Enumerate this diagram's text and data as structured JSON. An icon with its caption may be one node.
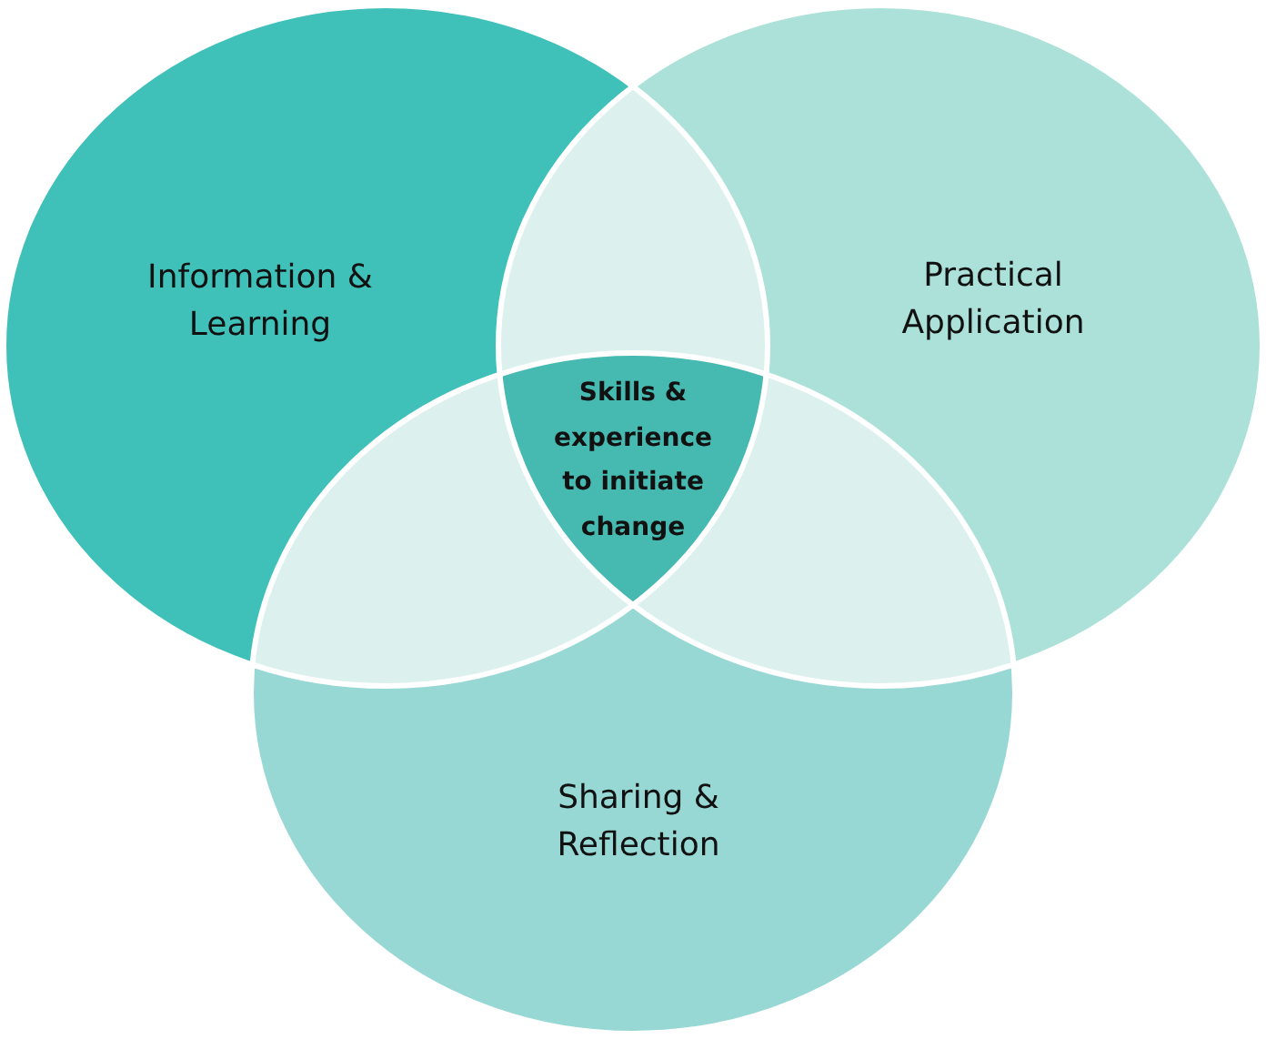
{
  "diagram": {
    "nodes": [
      {
        "text": [
          "Information & Learning"
        ]
      },
      {
        "text": [
          "Practical Application"
        ]
      },
      {
        "text": [],
        "shape": "lens"
      },
      {
        "text": [
          "Skills & experience to initiate change"
        ]
      },
      {
        "text": [],
        "shape": "lens"
      },
      {
        "text": [],
        "shape": "lens"
      },
      {
        "text": [
          "Sharing & Reflection"
        ]
      }
    ]
  }
}
